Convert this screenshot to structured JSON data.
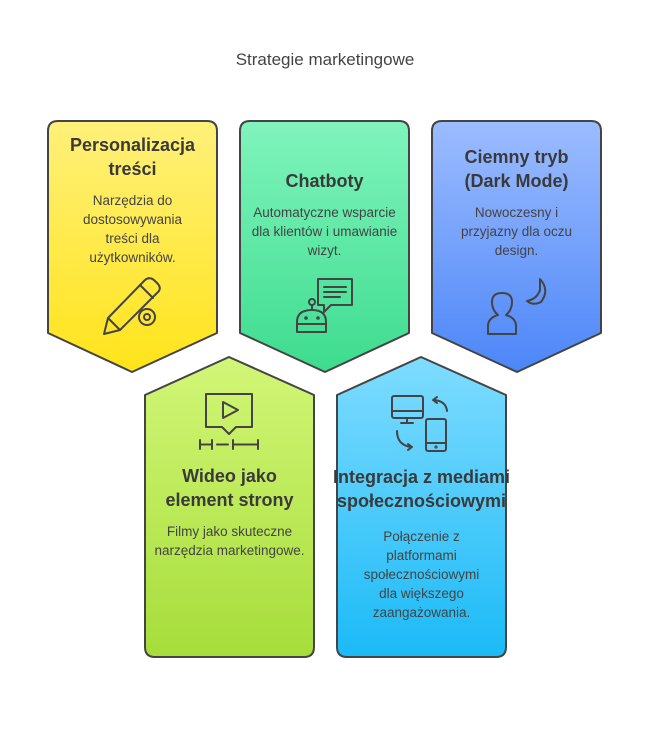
{
  "title": "Strategie marketingowe",
  "cards": [
    {
      "title": "Personalizacja treści",
      "desc": "Narzędzia do dostosowywania treści dla użytkowników.",
      "icon": "pencil-gear-icon",
      "color_top": "#fff07a",
      "color_bottom": "#ffe41a"
    },
    {
      "title": "Chatboty",
      "desc": "Automatyczne wsparcie dla klientów i umawianie wizyt.",
      "icon": "chatbot-icon",
      "color_top": "#80f4bd",
      "color_bottom": "#3ddc8e"
    },
    {
      "title": "Ciemny tryb (Dark Mode)",
      "desc": "Nowoczesny i przyjazny dla oczu design.",
      "icon": "person-moon-icon",
      "color_top": "#9cbcff",
      "color_bottom": "#4c86f8"
    },
    {
      "title": "Wideo jako element strony",
      "desc": "Filmy jako skuteczne narzędzia marketingowe.",
      "icon": "video-icon",
      "color_top": "#d2f677",
      "color_bottom": "#a6dd3a"
    },
    {
      "title": "Integracja z mediami społecznościowymi",
      "desc": "Połączenie z platformami społecznościowymi dla większego zaangażowania.",
      "icon": "devices-sync-icon",
      "color_top": "#7fdcff",
      "color_bottom": "#1bbaf7"
    }
  ]
}
